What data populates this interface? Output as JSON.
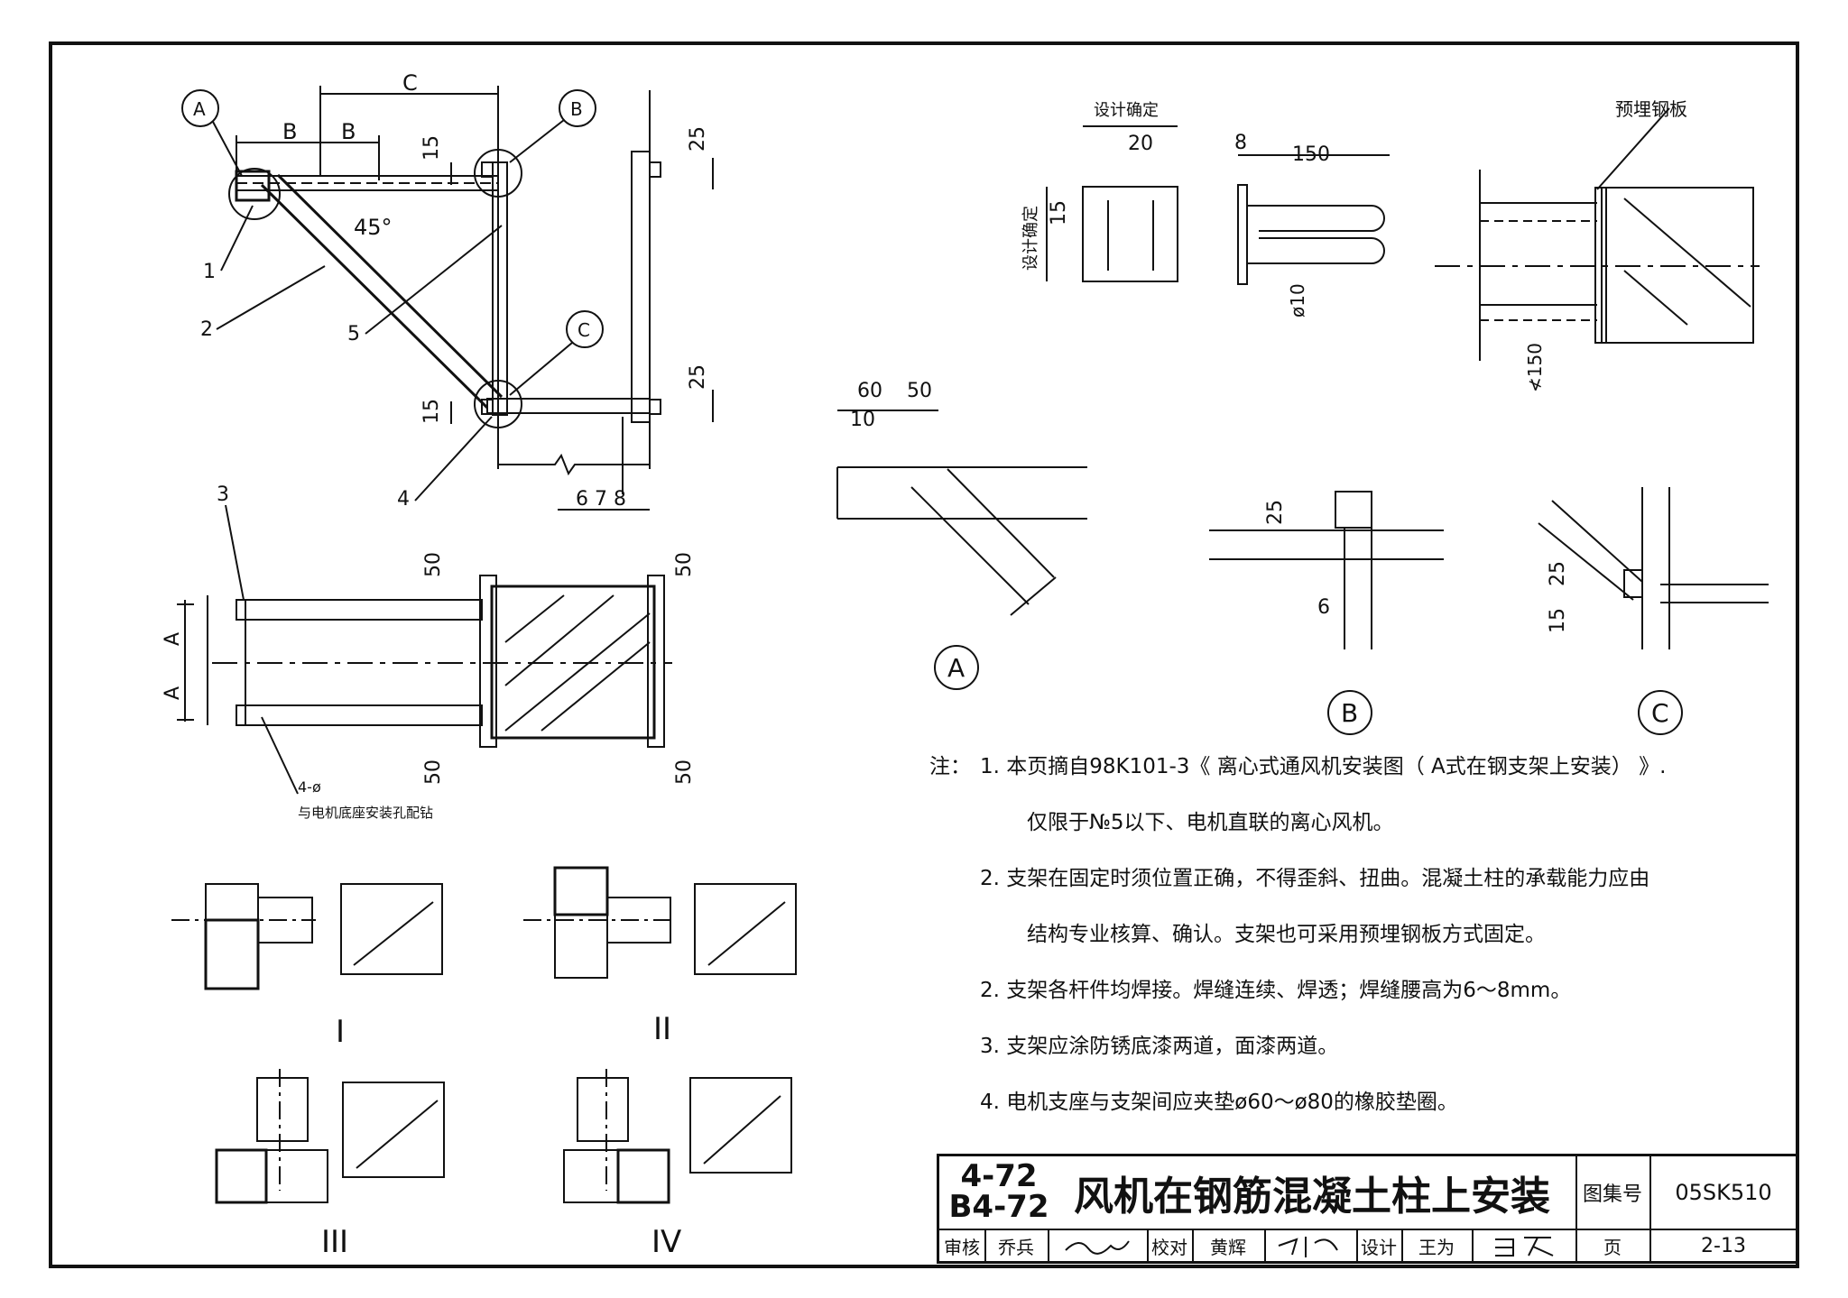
{
  "labels": {
    "detail_a": "A",
    "detail_b": "B",
    "detail_c": "C",
    "dim_b": "B",
    "dim_c": "C",
    "dim_a": "A",
    "dim_15": "15",
    "dim_25": "25",
    "dim_50": "50",
    "dim_20": "20",
    "dim_8": "8",
    "dim_150": "150",
    "dim_60": "60",
    "dim_10": "10",
    "dim_6": "6",
    "angle_45": "45°",
    "design_determined": "设计确定",
    "embedded_plate": "预埋钢板",
    "dia_10": "ø10",
    "dia_150": "≮150",
    "hole_note_1": "4-ø",
    "hole_note_2": "与电机底座安装孔配钻",
    "part_1": "1",
    "part_2": "2",
    "part_3": "3",
    "part_4": "4",
    "part_5": "5",
    "parts_678": "6 7 8",
    "roman_1": "I",
    "roman_2": "II",
    "roman_3": "III",
    "roman_4": "IV"
  },
  "notes": {
    "prefix": "注：",
    "n1a": "1.  本页摘自98K101-3《 离心式通风机安装图（ A式在钢支架上安装） 》.",
    "n1b": "仅限于№5以下、电机直联的离心风机。",
    "n2a": "2.  支架在固定时须位置正确，不得歪斜、扭曲。混凝土柱的承载能力应由",
    "n2b": "结构专业核算、确认。支架也可采用预埋钢板方式固定。",
    "n3": "2.  支架各杆件均焊接。焊缝连续、焊透；焊缝腰高为6～8mm。",
    "n4": "3.  支架应涂防锈底漆两道，面漆两道。",
    "n5": "4.  电机支座与支架间应夹垫ø60～ø80的橡胶垫圈。"
  },
  "title_block": {
    "model_top": "4-72",
    "model_bottom": "B4-72",
    "title": "风机在钢筋混凝土柱上安装",
    "atlas_label": "图集号",
    "atlas_no": "05SK510",
    "review_label": "审核",
    "review_name": "乔兵",
    "check_label": "校对",
    "check_name": "黄辉",
    "design_label": "设计",
    "design_name": "王为",
    "page_label": "页",
    "page_no": "2-13"
  }
}
